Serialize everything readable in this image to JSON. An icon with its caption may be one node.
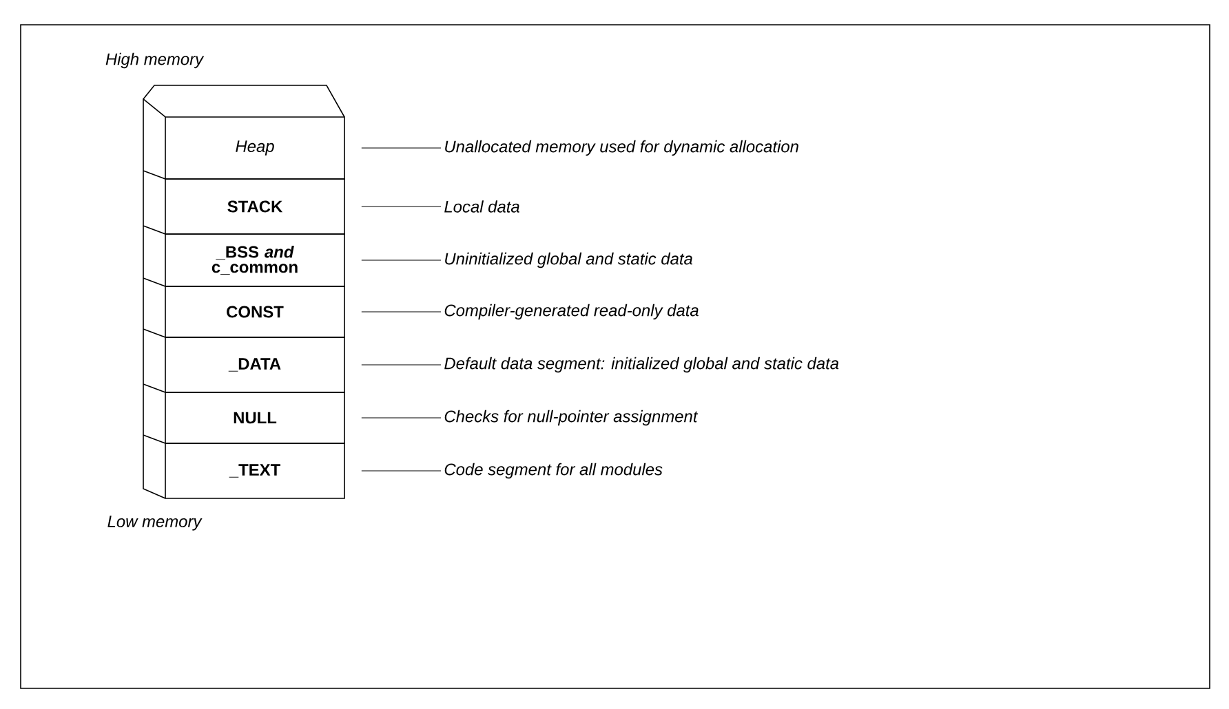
{
  "diagram": {
    "nodes": [
      {
        "text": [
          "Heap"
        ]
      },
      {
        "text": [
          "STACK"
        ]
      },
      {
        "text": [
          "**_BSS** *and* **c_common**"
        ]
      },
      {
        "text": [
          "CONST"
        ]
      },
      {
        "text": [
          "_DATA"
        ]
      },
      {
        "text": [
          "NULL"
        ]
      },
      {
        "text": [
          "_TEXT"
        ]
      },
      {
        "text": [
          "Unallocated memory used for dynamic allocation"
        ]
      },
      {
        "text": [
          "Local data"
        ]
      },
      {
        "text": [
          "Uninitialized global and static data"
        ]
      },
      {
        "text": [
          "Compiler-generated read-only data"
        ]
      },
      {
        "text": [
          "Default data segment: initialized global and static data"
        ]
      },
      {
        "text": [
          "Checks for null-pointer assignment"
        ]
      },
      {
        "text": [
          "Code segment for all modules"
        ]
      }
    ],
    "edges": [
      {
        "from": 0,
        "to": 7,
        "arrow": "none"
      },
      {
        "from": 1,
        "to": 8,
        "arrow": "none"
      },
      {
        "from": 2,
        "to": 9,
        "arrow": "none"
      },
      {
        "from": 3,
        "to": 10,
        "arrow": "none"
      },
      {
        "from": 4,
        "to": 11,
        "arrow": "none"
      },
      {
        "from": 5,
        "to": 12,
        "arrow": "none"
      },
      {
        "from": 6,
        "to": 13,
        "arrow": "none"
      }
    ],
    "labels": [
      "High memory",
      "Low memory"
    ]
  }
}
